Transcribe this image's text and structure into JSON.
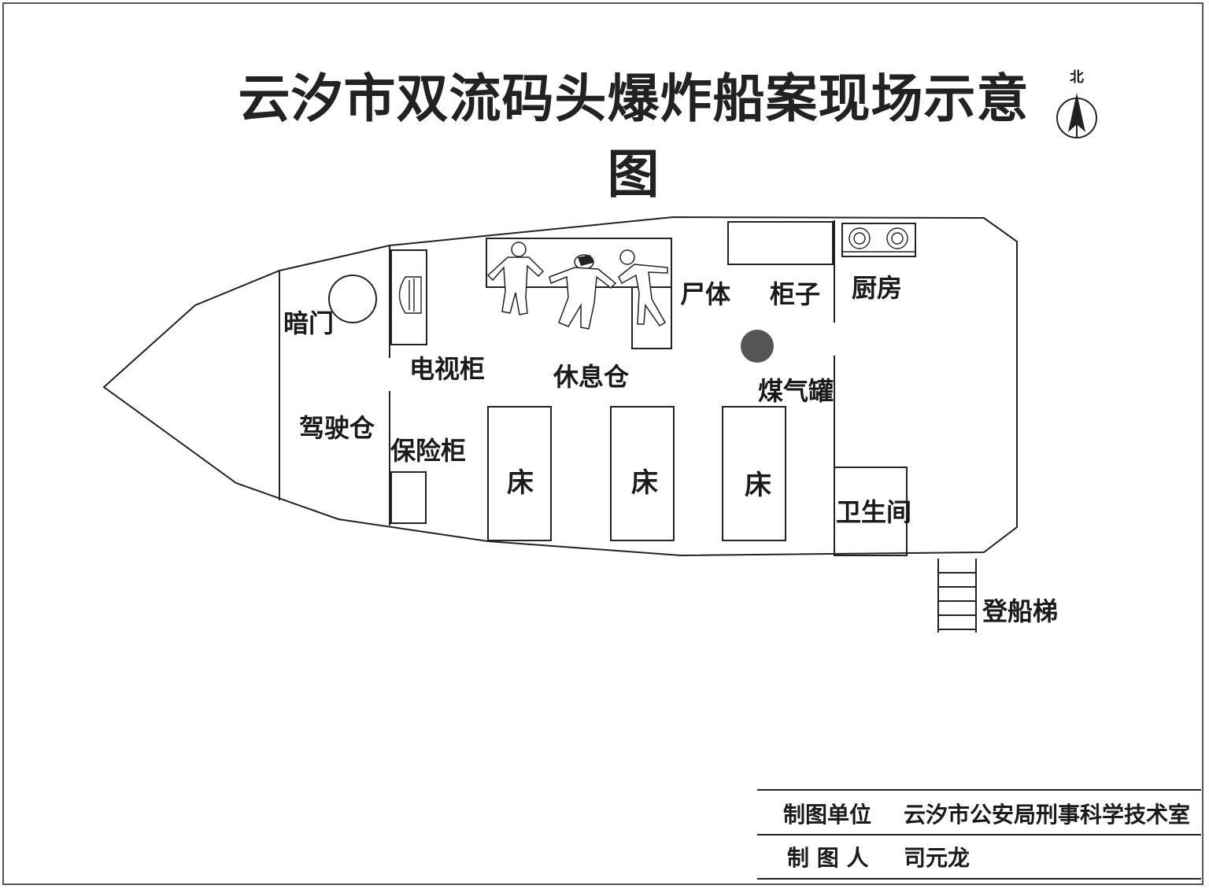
{
  "title": "云汐市双流码头爆炸船案现场示意图",
  "compass": {
    "label": "北"
  },
  "labels": {
    "hidden_door": "暗门",
    "cockpit": "驾驶仓",
    "tv_cabinet": "电视柜",
    "safe_cabinet": "保险柜",
    "rest_cabin": "休息仓",
    "bodies": "尸体",
    "cabinet": "柜子",
    "gas_tank": "煤气罐",
    "kitchen": "厨房",
    "bathroom": "卫生间",
    "boarding_ladder": "登船梯",
    "bed_1": "床",
    "bed_2": "床",
    "bed_3": "床"
  },
  "info_table": {
    "rows": [
      {
        "label": "制图单位",
        "value": "云汐市公安局刑事科学技术室"
      },
      {
        "label": "制 图 人",
        "value": "司元龙"
      }
    ]
  },
  "colors": {
    "ink": "#222222",
    "gas_tank": "#555555"
  }
}
